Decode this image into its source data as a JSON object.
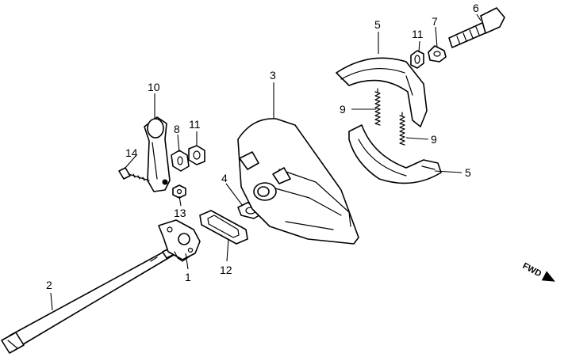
{
  "diagram": {
    "callouts": [
      {
        "id": "c1",
        "label": "1"
      },
      {
        "id": "c2",
        "label": "2"
      },
      {
        "id": "c3",
        "label": "3"
      },
      {
        "id": "c4",
        "label": "4"
      },
      {
        "id": "c5a",
        "label": "5"
      },
      {
        "id": "c5b",
        "label": "5"
      },
      {
        "id": "c6",
        "label": "6"
      },
      {
        "id": "c7",
        "label": "7"
      },
      {
        "id": "c8",
        "label": "8"
      },
      {
        "id": "c9a",
        "label": "9"
      },
      {
        "id": "c9b",
        "label": "9"
      },
      {
        "id": "c10",
        "label": "10"
      },
      {
        "id": "c11a",
        "label": "11"
      },
      {
        "id": "c11b",
        "label": "11"
      },
      {
        "id": "c12",
        "label": "12"
      },
      {
        "id": "c13",
        "label": "13"
      },
      {
        "id": "c14",
        "label": "14"
      }
    ],
    "direction_marker": {
      "label": "FWD"
    }
  }
}
